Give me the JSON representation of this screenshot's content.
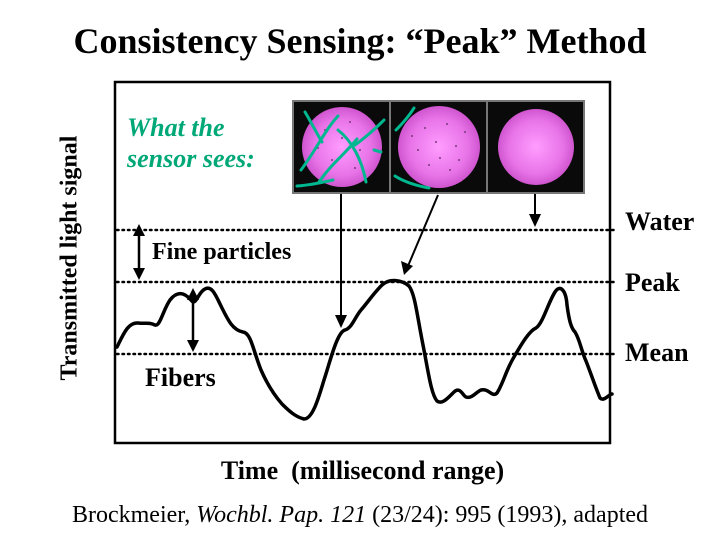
{
  "slide": {
    "title": "Consistency Sensing: “Peak” Method",
    "y_axis_label": "Transmitted light signal",
    "x_axis_label": "Time  (millisecond range)",
    "citation": {
      "author": "Brockmeier, ",
      "journal": "Wochbl. Pap. 121",
      "rest": " (23/24): 995 (1993), adapted"
    }
  },
  "diagram": {
    "levels": [
      {
        "id": "water",
        "label": "Water"
      },
      {
        "id": "peak",
        "label": "Peak"
      },
      {
        "id": "mean",
        "label": "Mean"
      }
    ],
    "callouts": {
      "sensor_sees": "What the sensor sees:",
      "fine_particles": "Fine particles",
      "fibers": "Fibers"
    },
    "sensor_views": [
      {
        "content": "fibers and fine particles"
      },
      {
        "content": "fine particles with few fibers"
      },
      {
        "content": "clear water"
      }
    ]
  },
  "colors": {
    "fiber": "#00b890",
    "disc": "#e070e0",
    "sensor_text": "#00a878",
    "view_background": "#0a0a0a"
  }
}
